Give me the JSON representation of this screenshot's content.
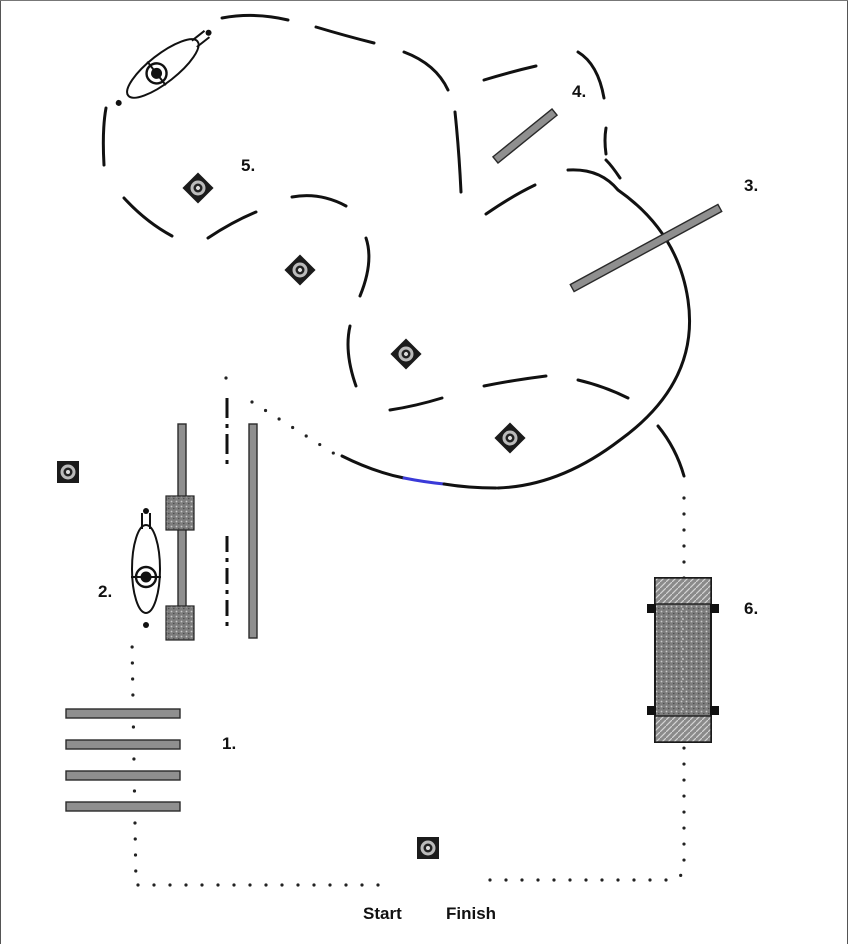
{
  "diagram": {
    "obstacle_labels": [
      "1.",
      "2.",
      "3.",
      "4.",
      "5.",
      "6."
    ],
    "start_label": "Start",
    "finish_label": "Finish"
  }
}
